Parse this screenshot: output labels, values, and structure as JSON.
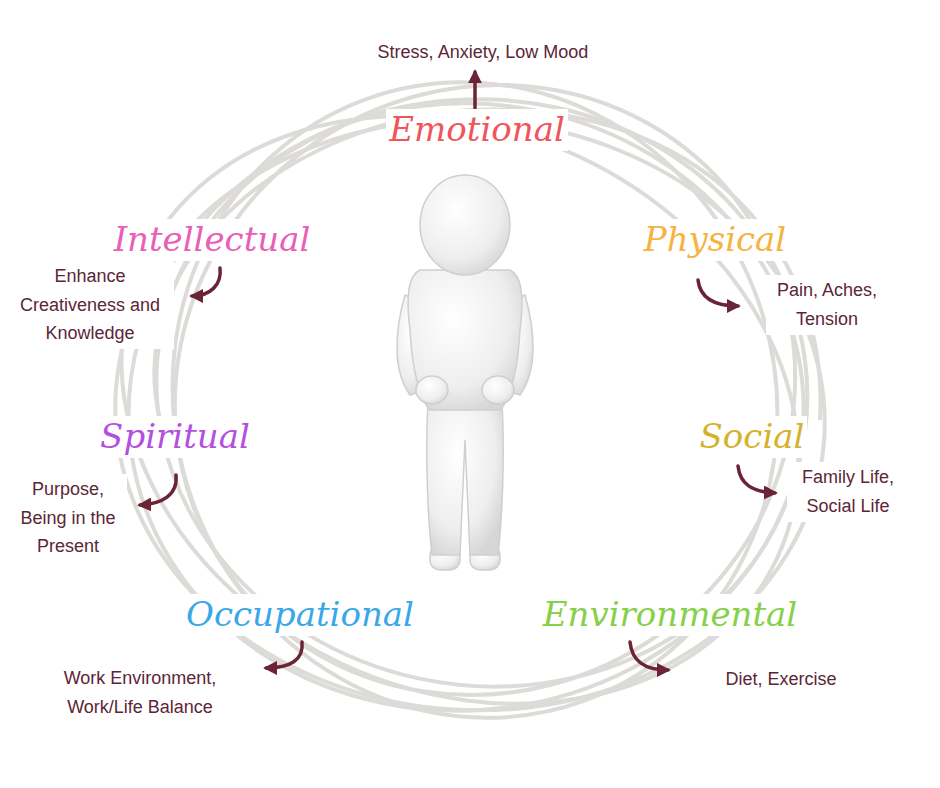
{
  "diagram": {
    "labels": [
      "Stress, Anxiety, Low Mood",
      "Emotional",
      "Intellectual",
      "Physical",
      "Enhance Creativeness and Knowledge",
      "Pain, Aches, Tension",
      "Spiritual",
      "Social",
      "Purpose, Being in the Present",
      "Family Life, Social Life",
      "Occupational",
      "Environmental",
      "Work Environment, Work/Life Balance",
      "Diet, Exercise"
    ]
  }
}
